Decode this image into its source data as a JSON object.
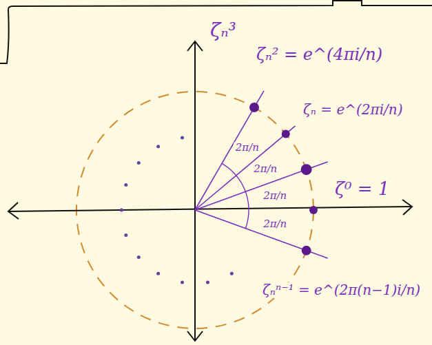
{
  "diagram": {
    "labels": [
      "ζₙ³",
      "ζₙ² = e^(4πi/n)",
      "ζₙ = e^(2πi/n)",
      "ζ⁰ = 1",
      "ζₙⁿ⁻¹ = e^(2π(n−1)i/n)",
      "2π/n",
      "2π/n",
      "2π/n",
      "2π/n"
    ]
  }
}
